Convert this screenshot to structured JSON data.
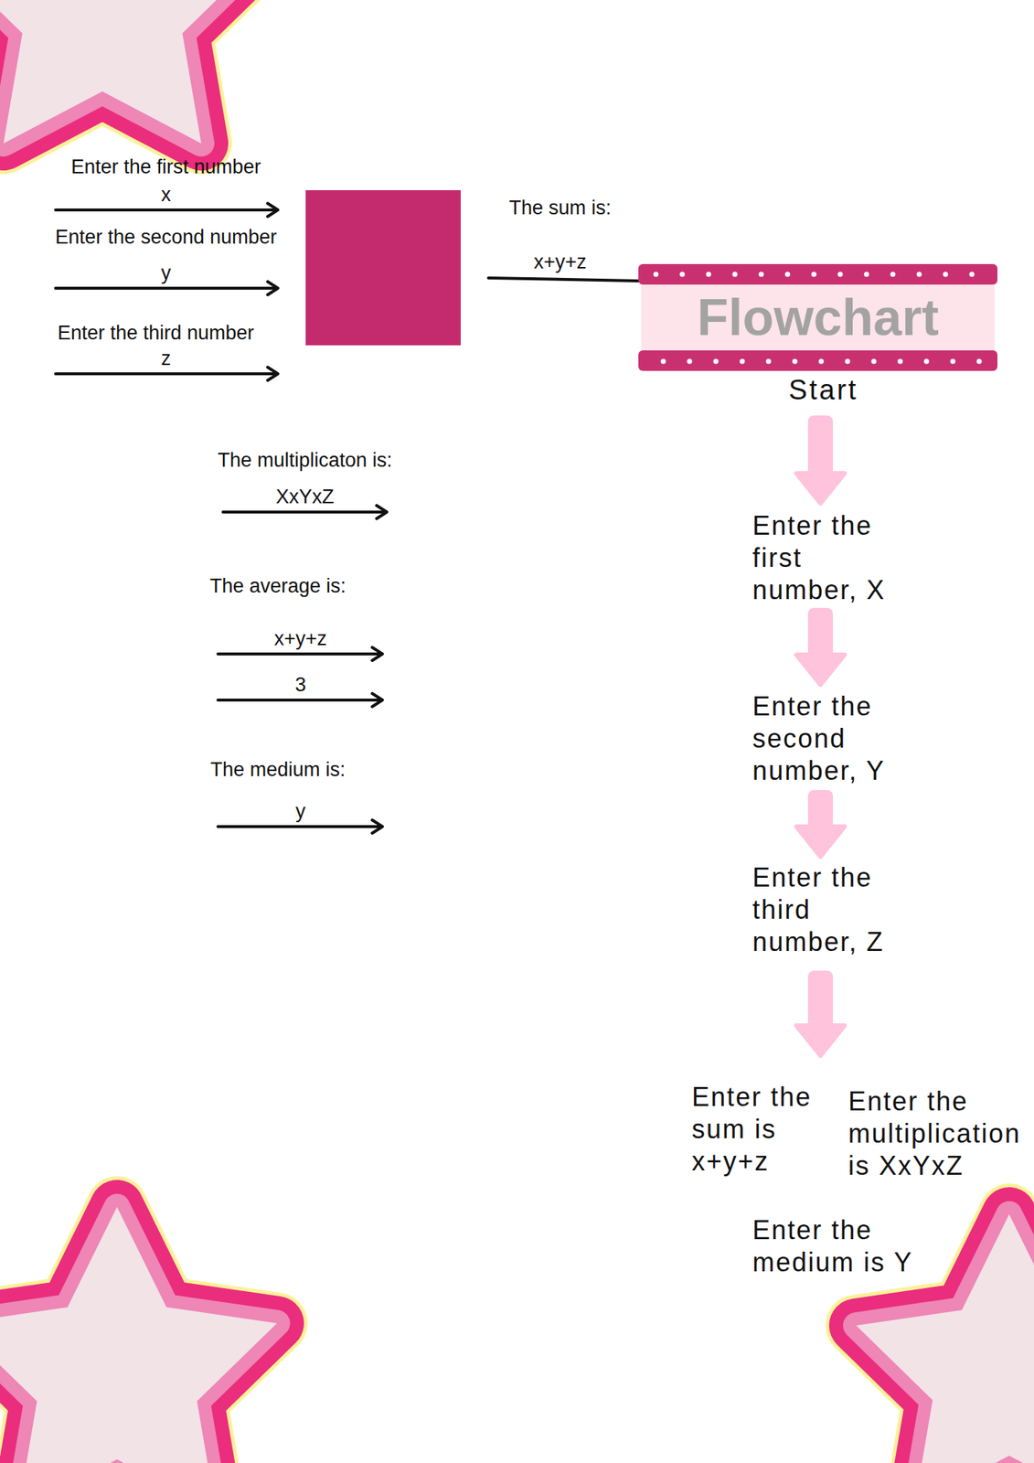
{
  "diagram": {
    "nodes": [
      {
        "text": [
          "Flowchart"
        ]
      }
    ],
    "labels": [
      "Enter the first number",
      "x",
      "Enter the second number",
      "y",
      "Enter the third number",
      "z",
      "The sum is:",
      "x+y+z",
      "Start",
      "The multiplicaton is:",
      "XxYxZ",
      "The average is:",
      "x+y+z",
      "3",
      "The medium is:",
      "y",
      "Enter the first number, X",
      "Enter the second number, Y",
      "Enter the third number, Z",
      "Enter the sum is x+y+z",
      "Enter the multiplication is XxYxZ",
      "Enter the medium is Y"
    ]
  }
}
